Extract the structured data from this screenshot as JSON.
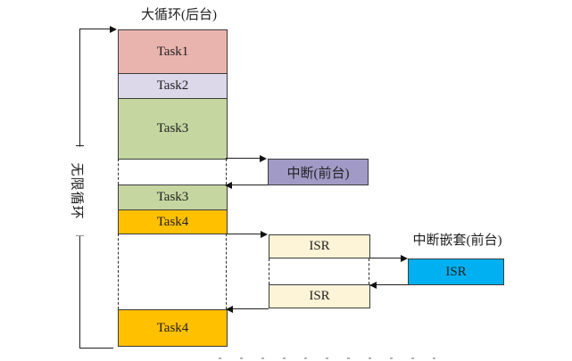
{
  "labels": {
    "background_title": "大循环(后台)",
    "infinite_loop": "无限循环",
    "interrupt_box": "中断(前台)",
    "nested_interrupt_title": "中断嵌套(前台)",
    "task1": "Task1",
    "task2": "Task2",
    "task3_first": "Task3",
    "task3_second": "Task3",
    "task4_first": "Task4",
    "task4_second": "Task4",
    "isr_first": "ISR",
    "isr_second": "ISR",
    "isr_nested": "ISR"
  },
  "colors": {
    "task1": "#e9b4ad",
    "task2": "#dcd7e9",
    "task3": "#c5d6a0",
    "task4": "#ffc000",
    "interrupt": "#a29ac6",
    "isr": "#fdf3d6",
    "nested_isr": "#00b0f0",
    "border": "#3b3b3b",
    "line": "#1f1f1f"
  }
}
